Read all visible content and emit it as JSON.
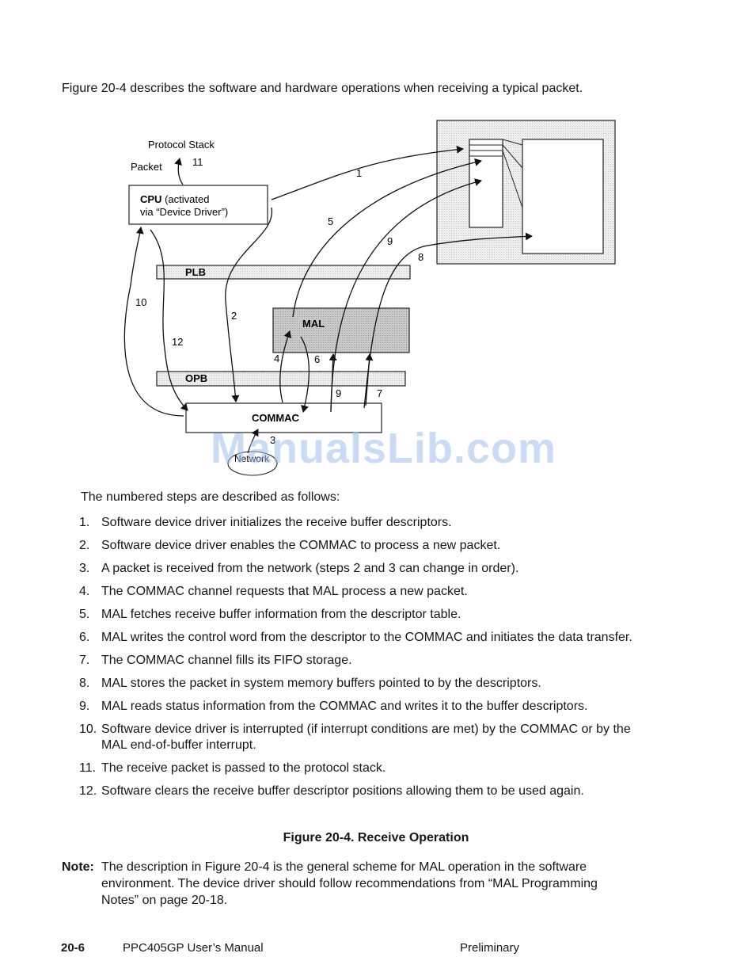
{
  "intro": "Figure 20-4 describes the software and hardware operations when receiving a typical packet.",
  "diagram": {
    "protocol_stack": "Protocol Stack",
    "packet": "Packet",
    "cpu_bold": "CPU",
    "cpu_rest": " (activated",
    "cpu_line2": "via “Device Driver”)",
    "plb": "PLB",
    "opb": "OPB",
    "mal": "MAL",
    "commac": "COMMAC",
    "network": "Network",
    "step_labels": [
      "1",
      "2",
      "3",
      "4",
      "5",
      "6",
      "7",
      "8",
      "9",
      "9",
      "10",
      "11",
      "12"
    ]
  },
  "steps_intro": "The numbered steps are described as follows:",
  "steps": [
    {
      "num": "1.",
      "text": "Software device driver initializes the receive buffer descriptors."
    },
    {
      "num": "2.",
      "text": "Software device driver enables the COMMAC to process a new packet."
    },
    {
      "num": "3.",
      "text": "A packet is received from the network (steps 2 and 3 can change in order)."
    },
    {
      "num": "4.",
      "text": "The COMMAC channel requests that MAL process a new packet."
    },
    {
      "num": "5.",
      "text": "MAL fetches receive buffer information from the descriptor table."
    },
    {
      "num": "6.",
      "text": "MAL writes the control word from the descriptor to the COMMAC and initiates the data transfer."
    },
    {
      "num": "7.",
      "text": "The COMMAC channel fills its FIFO storage."
    },
    {
      "num": "8.",
      "text": "MAL stores the packet in system memory buffers pointed to by the descriptors."
    },
    {
      "num": "9.",
      "text": "MAL reads status information from the COMMAC and writes it to the buffer descriptors."
    },
    {
      "num": "10.",
      "text": "Software device driver is interrupted (if interrupt conditions are met) by the COMMAC or by the MAL end-of-buffer interrupt."
    },
    {
      "num": "11.",
      "text": "The receive packet is passed to the protocol stack."
    },
    {
      "num": "12.",
      "text": "Software clears the receive buffer descriptor positions allowing them to be used again."
    }
  ],
  "caption": "Figure 20-4.  Receive Operation",
  "note": {
    "label": "Note:",
    "text": "The description in Figure 20-4 is the general scheme for MAL operation in the software environment. The device driver should follow recommendations from “MAL Programming Notes” on page 20-18."
  },
  "footer": {
    "page": "20-6",
    "manual": "PPC405GP User’s Manual",
    "status": "Preliminary"
  },
  "watermark": "ManualsLib.com"
}
